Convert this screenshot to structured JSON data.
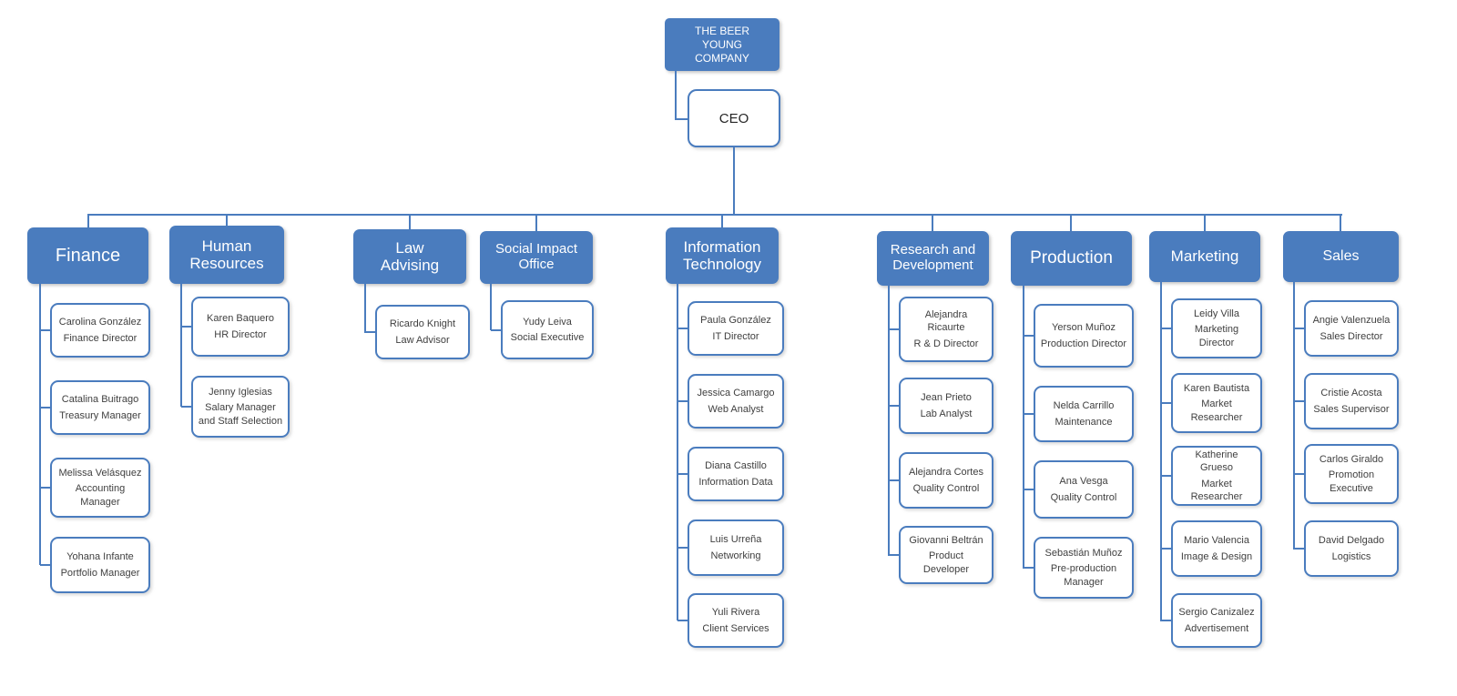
{
  "company": {
    "title": "THE BEER\nYOUNG\nCOMPANY"
  },
  "ceo": {
    "label": "CEO"
  },
  "colors": {
    "accent": "#4a7cbe",
    "dept_text": "#ffffff",
    "member_text": "#3f3f3f",
    "background": "#ffffff"
  },
  "departments": [
    {
      "label": "Finance",
      "members": [
        {
          "name": "Carolina González",
          "role": "Finance Director"
        },
        {
          "name": "Catalina Buitrago",
          "role": "Treasury Manager"
        },
        {
          "name": "Melissa Velásquez",
          "role": "Accounting Manager"
        },
        {
          "name": "Yohana Infante",
          "role": "Portfolio Manager"
        }
      ]
    },
    {
      "label": "Human\nResources",
      "members": [
        {
          "name": "Karen Baquero",
          "role": "HR Director"
        },
        {
          "name": "Jenny Iglesias",
          "role": "Salary Manager and Staff Selection"
        }
      ]
    },
    {
      "label": "Law\nAdvising",
      "members": [
        {
          "name": "Ricardo Knight",
          "role": "Law Advisor"
        }
      ]
    },
    {
      "label": "Social Impact\nOffice",
      "members": [
        {
          "name": "Yudy Leiva",
          "role": "Social Executive"
        }
      ]
    },
    {
      "label": "Information\nTechnology",
      "members": [
        {
          "name": "Paula González",
          "role": "IT Director"
        },
        {
          "name": "Jessica Camargo",
          "role": "Web Analyst"
        },
        {
          "name": "Diana Castillo",
          "role": "Information Data"
        },
        {
          "name": "Luis Urreña",
          "role": "Networking"
        },
        {
          "name": "Yuli Rivera",
          "role": "Client Services"
        }
      ]
    },
    {
      "label": "Research and\nDevelopment",
      "members": [
        {
          "name": "Alejandra Ricaurte",
          "role": "R & D Director"
        },
        {
          "name": "Jean Prieto",
          "role": "Lab Analyst"
        },
        {
          "name": "Alejandra Cortes",
          "role": "Quality Control"
        },
        {
          "name": "Giovanni Beltrán",
          "role": "Product Developer"
        }
      ]
    },
    {
      "label": "Production",
      "members": [
        {
          "name": "Yerson Muñoz",
          "role": "Production Director"
        },
        {
          "name": "Nelda Carrillo",
          "role": "Maintenance"
        },
        {
          "name": "Ana Vesga",
          "role": "Quality Control"
        },
        {
          "name": "Sebastián Muñoz",
          "role": "Pre-production Manager"
        }
      ]
    },
    {
      "label": "Marketing",
      "members": [
        {
          "name": "Leidy Villa",
          "role": "Marketing Director"
        },
        {
          "name": "Karen Bautista",
          "role": "Market Researcher"
        },
        {
          "name": "Katherine Grueso",
          "role": "Market Researcher"
        },
        {
          "name": "Mario Valencia",
          "role": "Image & Design"
        },
        {
          "name": "Sergio Canizalez",
          "role": "Advertisement"
        }
      ]
    },
    {
      "label": "Sales",
      "members": [
        {
          "name": "Angie Valenzuela",
          "role": "Sales Director"
        },
        {
          "name": "Cristie Acosta",
          "role": "Sales Supervisor"
        },
        {
          "name": "Carlos Giraldo",
          "role": "Promotion Executive"
        },
        {
          "name": "David Delgado",
          "role": "Logistics"
        }
      ]
    }
  ]
}
